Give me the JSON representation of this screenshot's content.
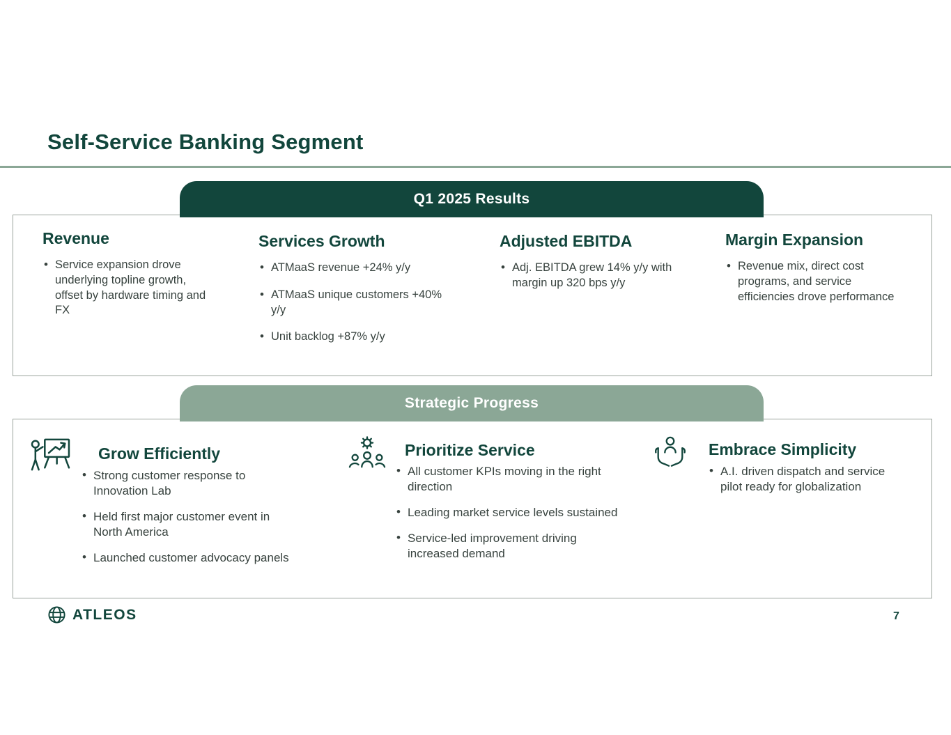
{
  "slide": {
    "title": "Self-Service Banking Segment",
    "page_number": "7"
  },
  "footer": {
    "logo_text": "ATLEOS"
  },
  "colors": {
    "dark_green": "#12463C",
    "sage_green": "#8BA796",
    "body_text": "#37423E"
  },
  "results": {
    "banner_label": "Q1 2025 Results",
    "columns": [
      {
        "heading": "Revenue",
        "bullets": [
          "Service expansion drove underlying topline growth, offset by hardware timing and FX"
        ]
      },
      {
        "heading": "Services Growth",
        "bullets": [
          "ATMaaS revenue +24% y/y",
          "ATMaaS unique customers +40% y/y",
          "Unit backlog +87% y/y"
        ]
      },
      {
        "heading": "Adjusted EBITDA",
        "bullets": [
          "Adj. EBITDA grew 14% y/y with margin up 320 bps y/y"
        ]
      },
      {
        "heading": "Margin Expansion",
        "bullets": [
          "Revenue mix, direct cost programs, and service efficiencies drove performance"
        ]
      }
    ]
  },
  "progress": {
    "banner_label": "Strategic Progress",
    "columns": [
      {
        "icon": "presenter-chart-icon",
        "heading": "Grow Efficiently",
        "bullets": [
          "Strong customer response to Innovation Lab",
          "Held first major customer event in North America",
          "Launched customer advocacy panels"
        ]
      },
      {
        "icon": "people-gears-icon",
        "heading": "Prioritize Service",
        "bullets": [
          "All customer KPIs moving in the right direction",
          "Leading market service levels sustained",
          "Service-led improvement driving increased demand"
        ]
      },
      {
        "icon": "hands-holding-person-icon",
        "heading": "Embrace Simplicity",
        "bullets": [
          "A.I. driven dispatch and service pilot ready for globalization"
        ]
      }
    ]
  }
}
